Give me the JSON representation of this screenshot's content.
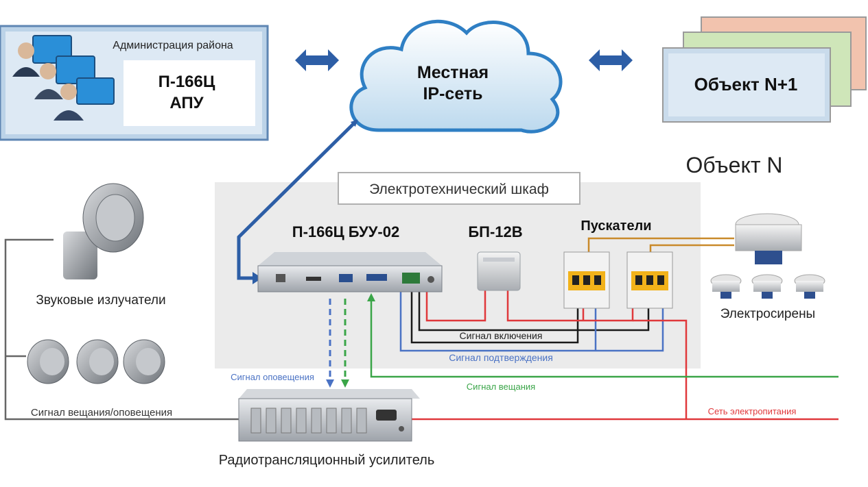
{
  "admin": {
    "caption": "Администрация района",
    "device_line1": "П-166Ц",
    "device_line2": "АПУ"
  },
  "cloud": {
    "line1": "Местная",
    "line2": "IP-сеть"
  },
  "object_next": {
    "label": "Объект N+1"
  },
  "object_n": {
    "label": "Объект N"
  },
  "cabinet": {
    "title": "Электротехнический шкаф",
    "controller": "П-166Ц БУУ-02",
    "power_supply": "БП-12В",
    "starters": "Пускатели"
  },
  "devices": {
    "sirens": "Электросирены",
    "loudspeakers": "Звуковые излучатели",
    "amplifier": "Радиотрансляционный усилитель"
  },
  "signals": {
    "enable": "Сигнал включения",
    "confirm": "Сигнал подтверждения",
    "alert": "Сигнал оповещения",
    "broadcast": "Сигнал вещания",
    "broadcast_alert": "Сигнал вещания/оповещения",
    "mains": "Сеть электропитания"
  },
  "colors": {
    "blue_arrow": "#2d5ea6",
    "signal_black": "#1a1a1a",
    "signal_red": "#e0383b",
    "signal_blue": "#4a72c4",
    "signal_green": "#3aa548",
    "signal_orange": "#c98a2a"
  }
}
